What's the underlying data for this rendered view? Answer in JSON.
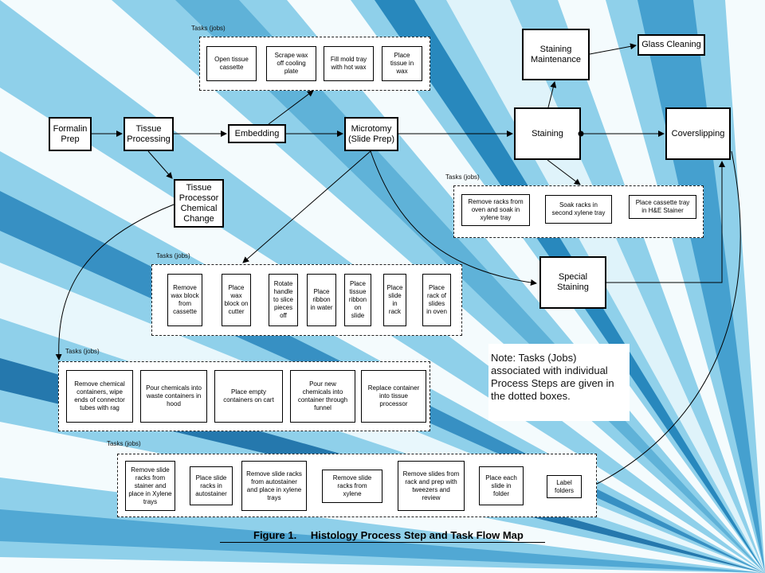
{
  "process_steps": {
    "formalin": "Formalin\nPrep",
    "tissue_processing": "Tissue\nProcessing",
    "embedding": "Embedding",
    "microtomy": "Microtomy\n(Slide Prep)",
    "tpcc": "Tissue\nProcessor\nChemical\nChange",
    "staining_maint": "Staining\nMaintenance",
    "glass_cleaning": "Glass Cleaning",
    "staining": "Staining",
    "coverslipping": "Coverslipping",
    "special_staining": "Special\nStaining"
  },
  "tasks_label": "Tasks (jobs)",
  "embedding_tasks": [
    "Open tissue\ncassette",
    "Scrape wax\noff cooling\nplate",
    "Fill mold tray\nwith hot wax",
    "Place\ntissue in\nwax"
  ],
  "staining_tasks": [
    "Remove racks from\noven and soak in\nxylene tray",
    "Soak racks in\nsecond xylene tray",
    "Place cassette tray\nin H&E Stainer"
  ],
  "microtomy_tasks": [
    "Remove\nwax block\nfrom\ncassette",
    "Place\nwax\nblock on\ncutter",
    "Rotate\nhandle\nto slice\npieces\noff",
    "Place\nribbon\nin water",
    "Place\ntissue\nribbon\non\nslide",
    "Place\nslide\nin\nrack",
    "Place\nrack of\nslides\nin oven"
  ],
  "chemical_tasks": [
    "Remove chemical\ncontainers, wipe\nends of connector\ntubes with rag",
    "Pour chemicals into\nwaste containers in\nhood",
    "Place empty\ncontainers on cart",
    "Pour new\nchemicals into\ncontainer through\nfunnel",
    "Replace container\ninto tissue\nprocessor"
  ],
  "coverslip_tasks": [
    "Remove slide\nracks from\nstainer and\nplace in Xylene\ntrays",
    "Place slide\nracks in\nautostainer",
    "Remove slide racks\nfrom autostainer\nand place in xylene\ntrays",
    "Remove slide\nracks from\nxylene",
    "Remove slides from\nrack and prep with\ntweezers and\nreview",
    "Place each\nslide in\nfolder",
    "Label\nfolders"
  ],
  "note": "Note:  Tasks (Jobs) associated with individual Process Steps are given in the dotted boxes.",
  "caption": {
    "figure": "Figure 1.",
    "title": "Histology Process Step and Task Flow Map"
  }
}
